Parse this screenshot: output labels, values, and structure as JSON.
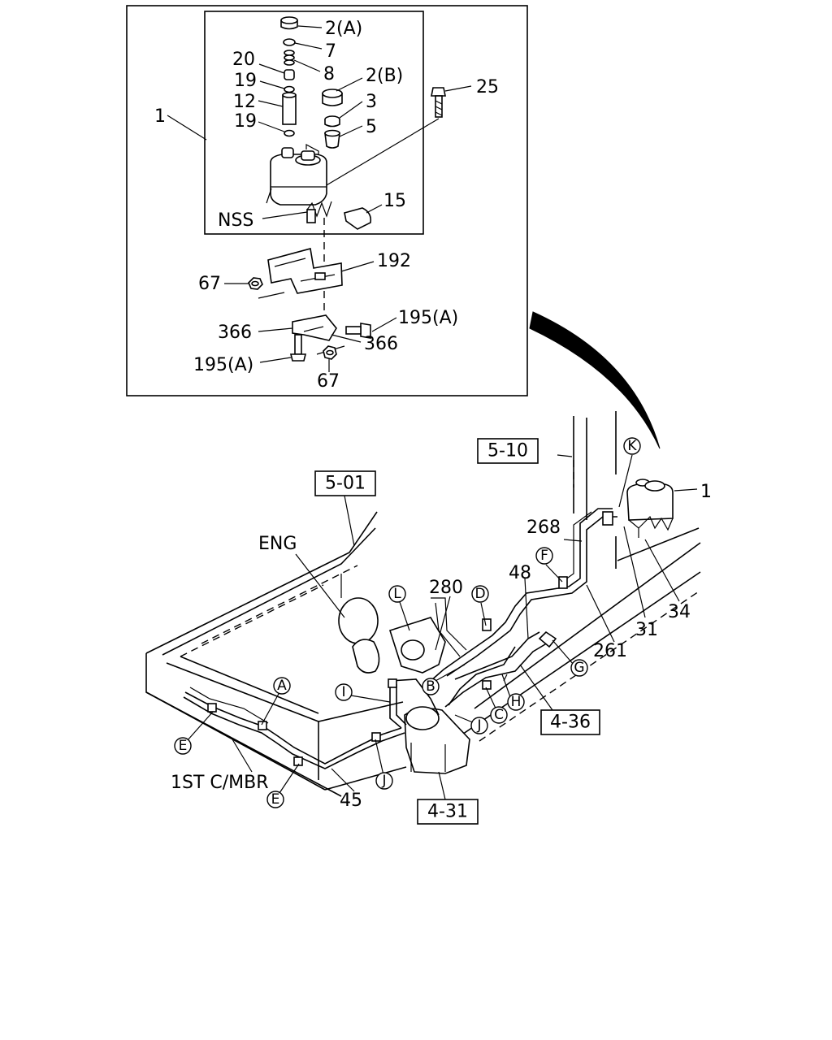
{
  "callouts_detail": {
    "c1": "1",
    "c2a": "2(A)",
    "c7": "7",
    "c8": "8",
    "c20": "20",
    "c19a": "19",
    "c2b": "2(B)",
    "c3": "3",
    "c12": "12",
    "c5": "5",
    "c19b": "19",
    "c25": "25",
    "nss": "NSS",
    "c15": "15",
    "c192": "192",
    "c67a": "67",
    "c195a1": "195(A)",
    "c366a": "366",
    "c366b": "366",
    "c195a2": "195(A)",
    "c67b": "67"
  },
  "refs": {
    "r510": "5-10",
    "r501": "5-01",
    "r436": "4-36",
    "r431": "4-31"
  },
  "callouts_main": {
    "k": "K",
    "c1": "1",
    "c268": "268",
    "eng": "ENG",
    "f": "F",
    "c48": "48",
    "c280": "280",
    "l": "L",
    "d": "D",
    "c34": "34",
    "c31": "31",
    "c261": "261",
    "g": "G",
    "b": "B",
    "i": "I",
    "a": "A",
    "h": "H",
    "c": "C",
    "j1": "J",
    "e1": "E",
    "mbr": "1ST C/MBR",
    "j2": "J",
    "e2": "E",
    "c45": "45"
  }
}
